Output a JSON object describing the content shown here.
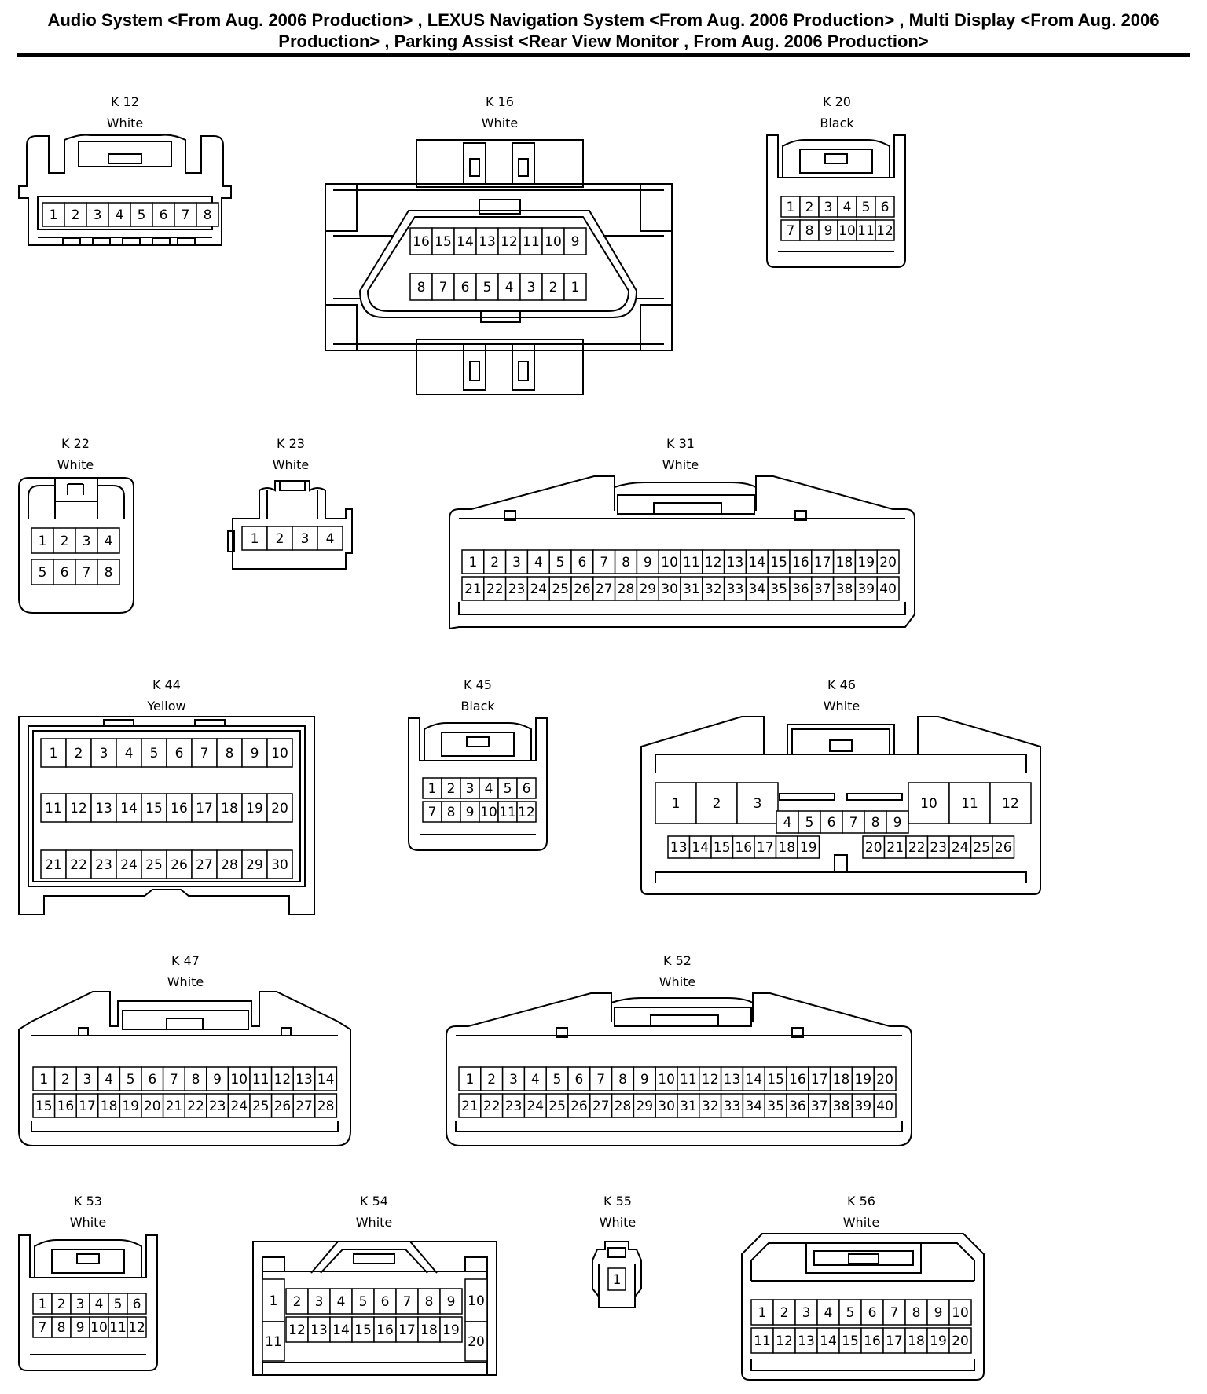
{
  "title": "Audio System <From Aug. 2006 Production> , LEXUS Navigation System <From Aug. 2006 Production> , Multi Display <From Aug. 2006 Production> , Parking Assist <Rear View Monitor , From Aug. 2006 Production>",
  "colors": {
    "line": "#000000",
    "background": "#ffffff"
  },
  "connectors": [
    {
      "id": "K 12",
      "color": "White",
      "pins": "1..8"
    },
    {
      "id": "K 16",
      "color": "White",
      "pins": "1..16"
    },
    {
      "id": "K 20",
      "color": "Black",
      "pins": "1..12"
    },
    {
      "id": "K 22",
      "color": "White",
      "pins": "1..8"
    },
    {
      "id": "K 23",
      "color": "White",
      "pins": "1..4"
    },
    {
      "id": "K 31",
      "color": "White",
      "pins": "1..40"
    },
    {
      "id": "K 44",
      "color": "Yellow",
      "pins": "1..30"
    },
    {
      "id": "K 45",
      "color": "Black",
      "pins": "1..12"
    },
    {
      "id": "K 46",
      "color": "White",
      "pins": "1..26"
    },
    {
      "id": "K 47",
      "color": "White",
      "pins": "1..28"
    },
    {
      "id": "K 52",
      "color": "White",
      "pins": "1..40"
    },
    {
      "id": "K 53",
      "color": "White",
      "pins": "1..12"
    },
    {
      "id": "K 54",
      "color": "White",
      "pins": "1..20"
    },
    {
      "id": "K 55",
      "color": "White",
      "pins": "1"
    },
    {
      "id": "K 56",
      "color": "White",
      "pins": "1..20"
    }
  ]
}
